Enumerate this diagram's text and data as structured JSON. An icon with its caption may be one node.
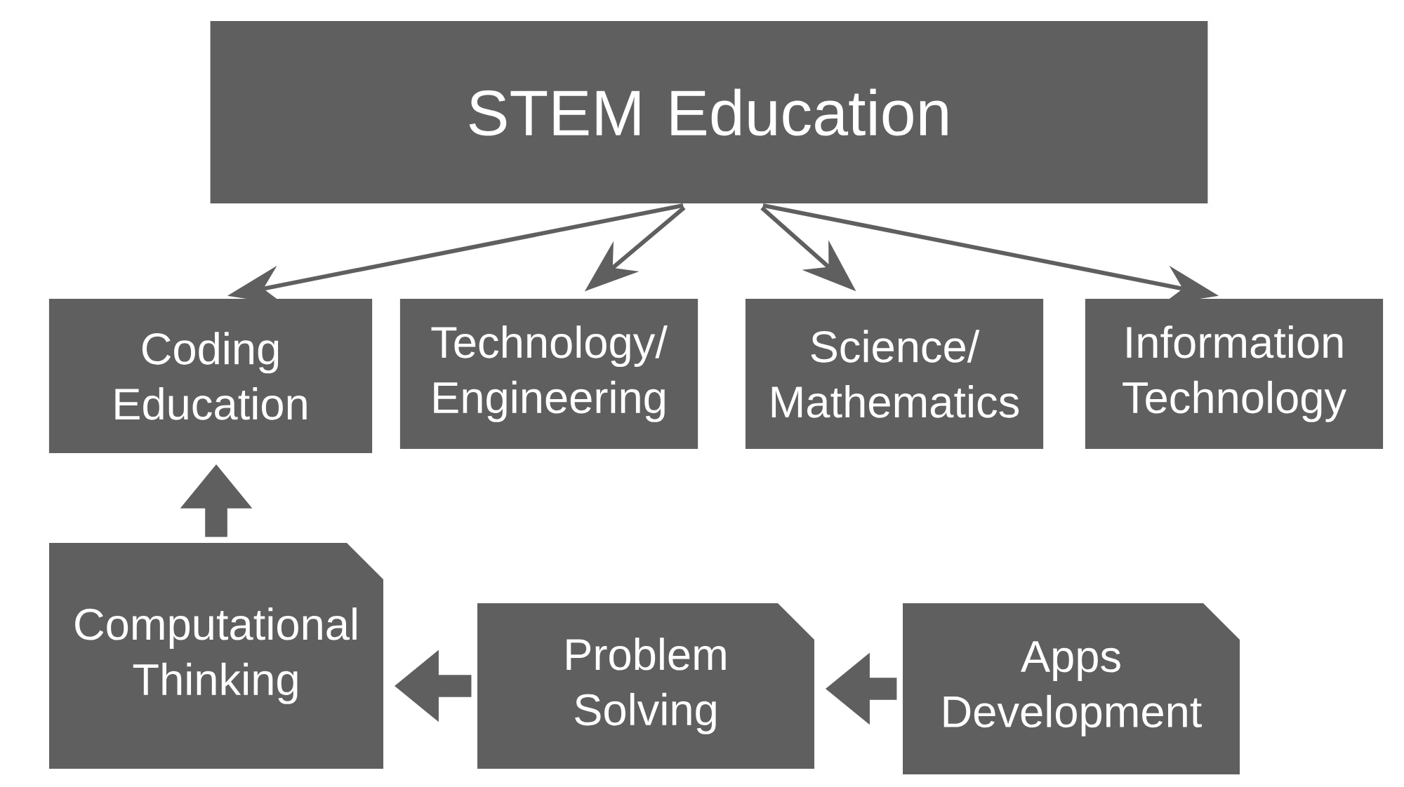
{
  "diagram": {
    "nodes": [
      {
        "text": [
          "STEM Education"
        ]
      },
      {
        "text": [
          "Coding Education"
        ]
      },
      {
        "text": [
          "Technology/ Engineering"
        ]
      },
      {
        "text": [
          "Science/ Mathematics"
        ]
      },
      {
        "text": [
          "Information Technology"
        ]
      },
      {
        "text": [
          "Computational Thinking"
        ]
      },
      {
        "text": [
          "Problem Solving"
        ]
      },
      {
        "text": [
          "Apps Development"
        ]
      }
    ],
    "edges": [
      {
        "from": 0,
        "to": 1,
        "arrow": "to"
      },
      {
        "from": 0,
        "to": 2,
        "arrow": "to"
      },
      {
        "from": 0,
        "to": 3,
        "arrow": "to"
      },
      {
        "from": 0,
        "to": 4,
        "arrow": "to"
      },
      {
        "from": 5,
        "to": 1,
        "arrow": "to",
        "style": "thick"
      },
      {
        "from": 6,
        "to": 5,
        "arrow": "to",
        "style": "thick"
      },
      {
        "from": 7,
        "to": 6,
        "arrow": "to",
        "style": "thick"
      }
    ]
  }
}
